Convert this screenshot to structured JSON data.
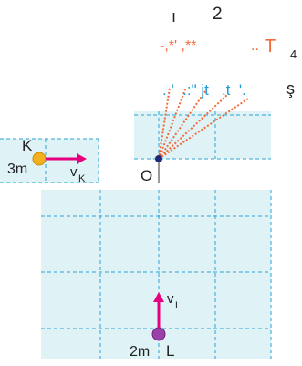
{
  "top_labels": {
    "line1_left": "ı",
    "line1_right": "2",
    "line2_orange": "-,*' ,**",
    "line2_dots": "..",
    "line2_T": "T",
    "line2_4": "4",
    "line3_blue": ". '  .:\" jt   .t  '.",
    "line3_s": "ş"
  },
  "particle_K": {
    "name": "K",
    "mass_label": "3m",
    "velocity_label": "v",
    "velocity_subscript": "K"
  },
  "particle_L": {
    "name": "L",
    "mass_label": "2m",
    "velocity_label": "v",
    "velocity_subscript": "L"
  },
  "point_O": {
    "label": "O"
  },
  "colors": {
    "grid_fill": "#dff3f6",
    "grid_line": "#2ea3d6",
    "arrow": "#e6007e",
    "path_dashes": "#f26a3b",
    "particle_K": "#f2b01e",
    "particle_L": "#9b3fa8",
    "point_O": "#1d2a7a",
    "blue_text": "#1e9ad6"
  }
}
